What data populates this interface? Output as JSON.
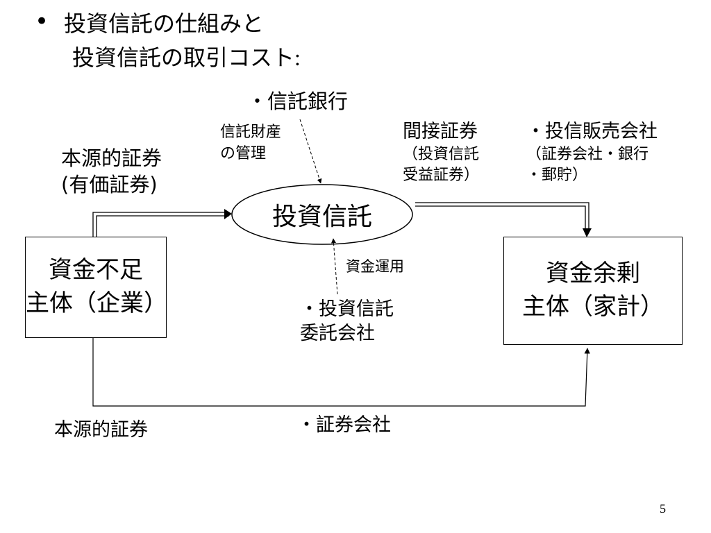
{
  "slide": {
    "bullet": "•",
    "title_line1": "投資信託の仕組みと",
    "title_line2": "投資信託の取引コスト",
    "title_colon": ":",
    "page_number": "5"
  },
  "diagram": {
    "center_node": "投資信託",
    "left_box": {
      "line1": "資金不足",
      "line2": "主体（企業）"
    },
    "right_box": {
      "line1": "資金余剰",
      "line2": "主体（家計）"
    },
    "trust_bank": "・信託銀行",
    "trust_asset_mgmt": {
      "line1": "信託財産",
      "line2": "の管理"
    },
    "primary_securities_top": {
      "line1": "本源的証券",
      "line2": "(有価証券)"
    },
    "indirect_securities": {
      "line1": "間接証券",
      "line2": "（投資信託",
      "line3": "受益証券）"
    },
    "distributor": {
      "line1": "・投信販売会社",
      "line2": "（証券会社・銀行",
      "line3": "・郵貯）"
    },
    "fund_operation": "資金運用",
    "management_company": {
      "line1": "・投資信託",
      "line2": "委託会社"
    },
    "primary_securities_bottom": "本源的証券",
    "securities_company": "・証券会社"
  }
}
